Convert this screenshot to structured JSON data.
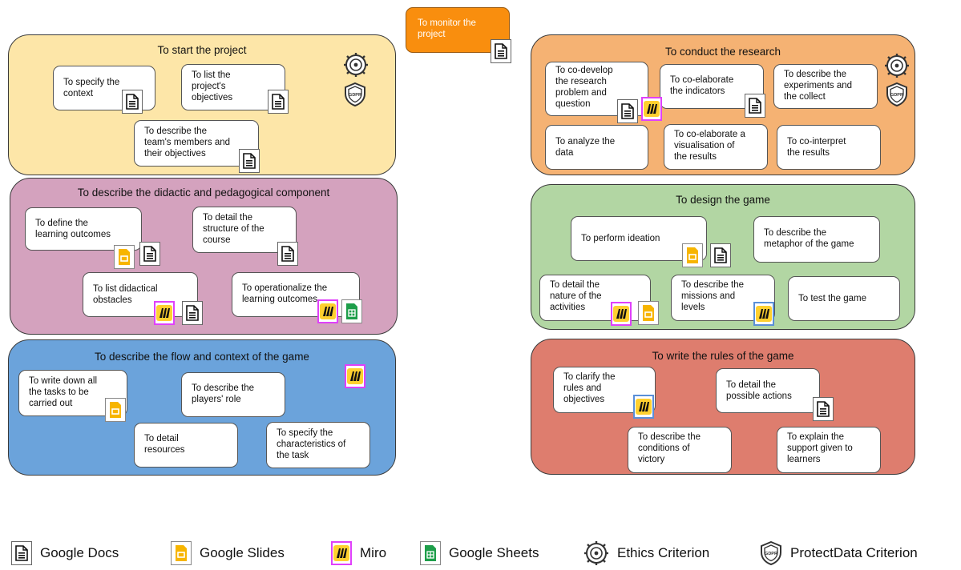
{
  "colors": {
    "start": "#fde6a8",
    "didactic": "#d4a2be",
    "flow": "#6ba3db",
    "monitor": "#f98e0e",
    "conduct": "#f5b273",
    "design": "#b2d6a3",
    "rules": "#de7d6e",
    "miro_border": "#e040fb",
    "miro_yellow": "#ffd02f",
    "slides_yellow": "#f7b500",
    "sheets_green": "#1e9e4a"
  },
  "monitor": {
    "lines": [
      "To monitor the",
      "project"
    ]
  },
  "start": {
    "title": "To start the project",
    "cards": [
      {
        "lines": [
          "To specify the",
          "context"
        ]
      },
      {
        "lines": [
          "To list the",
          "project's",
          "objectives"
        ]
      },
      {
        "lines": [
          "To describe the",
          "team's members and",
          "their objectives"
        ]
      }
    ]
  },
  "didactic": {
    "title": "To describe the didactic and pedagogical component",
    "cards": [
      {
        "lines": [
          "To define the",
          "learning outcomes"
        ]
      },
      {
        "lines": [
          "To detail the",
          "structure of the",
          "course"
        ]
      },
      {
        "lines": [
          "To list didactical",
          "obstacles"
        ]
      },
      {
        "lines": [
          "To operationalize the",
          "learning outcomes"
        ]
      }
    ]
  },
  "flow": {
    "title": "To describe the flow and context of the game",
    "cards": [
      {
        "lines": [
          "To write down all",
          "the tasks to be",
          "carried out"
        ]
      },
      {
        "lines": [
          "To describe the",
          "players' role"
        ]
      },
      {
        "lines": [
          "To detail",
          "resources"
        ]
      },
      {
        "lines": [
          "To specify the",
          "characteristics of",
          "the task"
        ]
      }
    ]
  },
  "conduct": {
    "title": "To conduct the research",
    "cards": [
      {
        "lines": [
          "To co-develop",
          "the research",
          "problem and",
          "question"
        ]
      },
      {
        "lines": [
          "To co-elaborate",
          "the indicators"
        ]
      },
      {
        "lines": [
          "To describe the",
          "experiments and",
          "the collect"
        ]
      },
      {
        "lines": [
          "To analyze the",
          "data"
        ]
      },
      {
        "lines": [
          "To co-elaborate a",
          "visualisation of",
          "the results"
        ]
      },
      {
        "lines": [
          "To co-interpret",
          "the results"
        ]
      }
    ]
  },
  "design": {
    "title": "To design the game",
    "cards": [
      {
        "lines": [
          "To perform ideation"
        ]
      },
      {
        "lines": [
          "To describe the",
          "metaphor of the game"
        ]
      },
      {
        "lines": [
          "To detail the",
          "nature of the",
          "activities"
        ]
      },
      {
        "lines": [
          "To describe the",
          "missions and",
          "levels"
        ]
      },
      {
        "lines": [
          "To test the game"
        ]
      }
    ]
  },
  "rules": {
    "title": "To write the rules of the game",
    "cards": [
      {
        "lines": [
          "To clarify the",
          "rules and",
          "objectives"
        ]
      },
      {
        "lines": [
          "To detail the",
          "possible actions"
        ]
      },
      {
        "lines": [
          "To describe the",
          "conditions of",
          "victory"
        ]
      },
      {
        "lines": [
          "To explain the",
          "support given to",
          "learners"
        ]
      }
    ]
  },
  "legend": {
    "docs": "Google Docs",
    "slides": "Google Slides",
    "miro": "Miro",
    "sheets": "Google Sheets",
    "ethics": "Ethics Criterion",
    "protect": "ProtectData Criterion"
  },
  "icons": {
    "docs": "google-docs-icon",
    "slides": "google-slides-icon",
    "miro": "miro-icon",
    "sheets": "google-sheets-icon",
    "ethics": "ethics-criterion-icon",
    "gdpr": "gdpr-shield-icon"
  }
}
